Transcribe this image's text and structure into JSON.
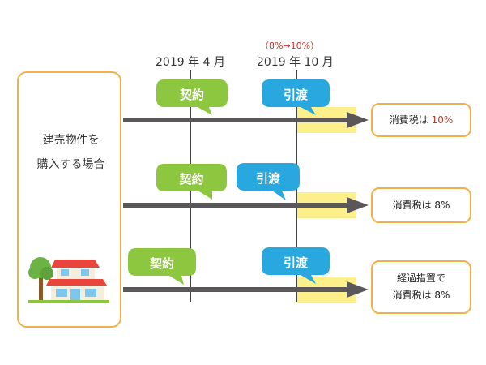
{
  "header": {
    "tax_change": "（8%→10%）",
    "date_contract": "2019 年 4 月",
    "date_delivery": "2019 年 10 月"
  },
  "left_box": {
    "line1": "建売物件を",
    "line2": "購入する場合"
  },
  "labels": {
    "contract": "契約",
    "delivery": "引渡"
  },
  "results": {
    "row1_prefix": "消費税は",
    "row1_rate": "10%",
    "row2": "消費税は 8%",
    "row3_line1": "経過措置で",
    "row3_line2": "消費税は 8%"
  },
  "colors": {
    "contract_bubble": "#8dc63f",
    "delivery_bubble": "#29a8e0",
    "arrow": "#595757",
    "highlight": "#fdf08a",
    "border_orange": "#f3b04a",
    "rate_red": "#c0392b"
  },
  "icons": {
    "house": "house-with-tree-icon"
  }
}
